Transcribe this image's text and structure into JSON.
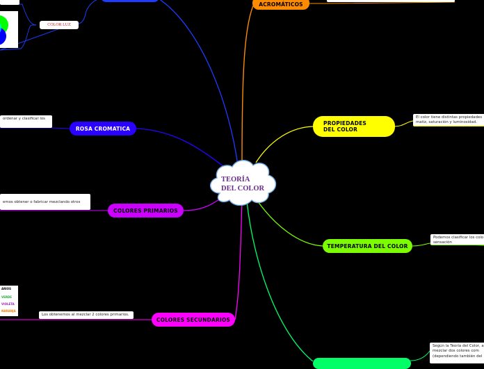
{
  "central": {
    "line1": "TEORÍA",
    "line2": "DEL COLOR"
  },
  "nodes": {
    "acromaticos": "ACROMÁTICOS",
    "propiedades": "PROPIEDADES DEL COLOR",
    "temperatura": "TEMPERATURA DEL COLOR",
    "secundarios": "COLORES SECUNDARIOS",
    "primarios": "COLORES PRIMARIOS",
    "rosa": "ROSA CROMATICA",
    "color_luz": "COLOR LUZ"
  },
  "notes": {
    "propiedades": "El color tiene distintas propiedades matiz, saturación y luminosidad.",
    "temperatura": "Podemos clasificar los colo sensación",
    "secundarios": "Los obtenemos al mezclar 2 colores primarios.",
    "primarios": "emos obtener o fabricar mezclando otros",
    "rosa": "ordenar y clasificar los",
    "bottom_right": "Según la Teoría del Color, al mezclar dos colores com (dependiendo también del"
  },
  "swatches": [
    "ARIOS",
    "VERDE",
    "VIOLETA",
    "NARANJA"
  ],
  "colors": {
    "background": "#000000",
    "acromaticos": "#ff8c00",
    "propiedades": "#ffff00",
    "temperatura": "#7cfc00",
    "secundarios": "#ff00ff",
    "primarios": "#cc00ff",
    "rosa": "#2a00ff",
    "top_blue": "#1e3cff",
    "color_luz_text": "#c81e1e",
    "central_text": "#6a2c8c"
  }
}
